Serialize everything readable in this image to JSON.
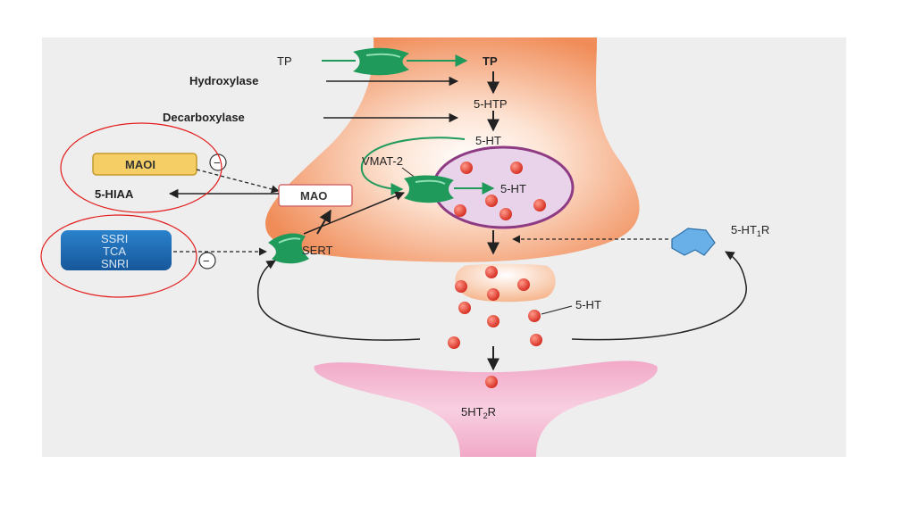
{
  "diagram": {
    "labels": {
      "tp_left": "TP",
      "tp_right": "TP",
      "hydroxylase": "Hydroxylase",
      "htp": "5-HTP",
      "decarboxylase": "Decarboxylase",
      "ht_top": "5-HT",
      "vmat2": "VMAT-2",
      "ht_vesicle": "5-HT",
      "maoi": "MAOI",
      "mao": "MAO",
      "hiaa": "5-HIAA",
      "ssri": "SSRI",
      "tca": "TCA",
      "snri": "SNRI",
      "sert": "SERT",
      "ht1r_main": "5-HT",
      "ht1r_sub": "1",
      "ht1r_end": "R",
      "ht_cleft": "5-HT",
      "ht2r_main": "5HT",
      "ht2r_sub": "2",
      "ht2r_end": "R",
      "minus_maoi": "−",
      "minus_ssri": "−"
    },
    "colors": {
      "neuron_orange": "#f08c58",
      "postsynaptic_pink": "#f4b8d2",
      "vesicle_fill": "#e8d3ea",
      "vesicle_border": "#8e3b84",
      "serotonin_dot": "#e23a2c",
      "transporter_green": "#1f9a5a",
      "ssri_box": "#1e6fb6",
      "maoi_box": "#f5cf66",
      "mao_box_border": "#d46a6a",
      "receptor_blue": "#6ab0e8",
      "annotation_red": "#e31b1b"
    }
  }
}
